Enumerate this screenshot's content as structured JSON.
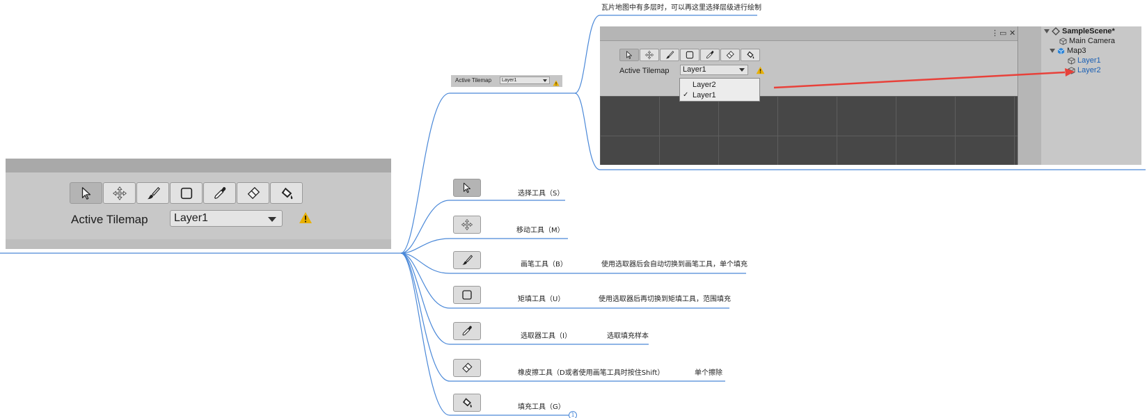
{
  "colors": {
    "link": "#4a88d8",
    "arrow": "#e8413a",
    "warning": "#e8b000",
    "active_tool": "#b4b4b4"
  },
  "root": {
    "tools": [
      {
        "icon": "select-arrow-icon",
        "active": true
      },
      {
        "icon": "move-icon",
        "active": false
      },
      {
        "icon": "brush-icon",
        "active": false
      },
      {
        "icon": "box-fill-icon",
        "active": false
      },
      {
        "icon": "eyedropper-icon",
        "active": false
      },
      {
        "icon": "eraser-icon",
        "active": false
      },
      {
        "icon": "bucket-fill-icon",
        "active": false
      }
    ],
    "label": "Active Tilemap",
    "dropdown_value": "Layer1",
    "warning_icon": "warning-icon"
  },
  "layer_branch": {
    "note": "瓦片地图中有多层时，可以再这里选择层级进行绘制",
    "small_label": "Active Tilemap",
    "small_dropdown": "Layer1",
    "screenshot": {
      "label": "Active Tilemap",
      "dropdown_value": "Layer1",
      "menu_options": [
        "Layer2",
        "Layer1"
      ],
      "menu_checked": "✓",
      "window_controls": [
        "⋮",
        "▭",
        "✕"
      ],
      "hierarchy": {
        "scene": "SampleScene*",
        "items": [
          "Main Camera",
          "Map3",
          "Layer1",
          "Layer2"
        ]
      }
    }
  },
  "tool_nodes": [
    {
      "icon": "select-arrow-icon",
      "label": "选择工具（S）",
      "detail": ""
    },
    {
      "icon": "move-icon",
      "label": "移动工具（M）",
      "detail": ""
    },
    {
      "icon": "brush-icon",
      "label": "画笔工具（B）",
      "detail": "使用选取器后会自动切换到画笔工具，单个填充"
    },
    {
      "icon": "box-fill-icon",
      "label": "矩填工具（U）",
      "detail": "使用选取器后再切换到矩填工具，范围填充"
    },
    {
      "icon": "eyedropper-icon",
      "label": "选取器工具（I）",
      "detail": "选取填充样本"
    },
    {
      "icon": "eraser-icon",
      "label": "橡皮擦工具（D或者使用画笔工具时按住Shift）",
      "detail": "单个擦除"
    },
    {
      "icon": "bucket-fill-icon",
      "label": "填充工具（G）",
      "detail": ""
    }
  ],
  "collapse_badge": "1"
}
